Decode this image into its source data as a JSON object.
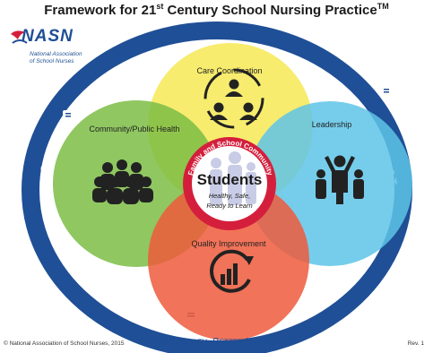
{
  "title": {
    "main": "Framework for 21",
    "sup1": "st",
    "rest": " Century School Nursing Practice",
    "tm": "TM"
  },
  "logo": {
    "word": "NASN",
    "subtitle": "National Association of School Nurses"
  },
  "ring": {
    "label": "STANDARDS OF PRACTICE"
  },
  "circles": {
    "care": {
      "label": "Care Coordination",
      "color": "#f6e95a"
    },
    "community": {
      "label": "Community/Public Health",
      "color": "#7dbd45"
    },
    "leadership": {
      "label": "Leadership",
      "color": "#5ec4e8"
    },
    "quality": {
      "label": "Quality Improvement",
      "color": "#ef5a3c"
    }
  },
  "center": {
    "arc_label": "Family and School Community",
    "title": "Students",
    "line1": "Healthy, Safe,",
    "line2": "Ready to Learn"
  },
  "colors": {
    "ring": "#1f4f96",
    "center_ring": "#d41f3c"
  },
  "footer": {
    "copyright": "© National Association of School Nurses, 2015",
    "tagline": "Better Health. Better Learning.",
    "tagline_tm": "TM",
    "revision": "Rev. 1"
  }
}
